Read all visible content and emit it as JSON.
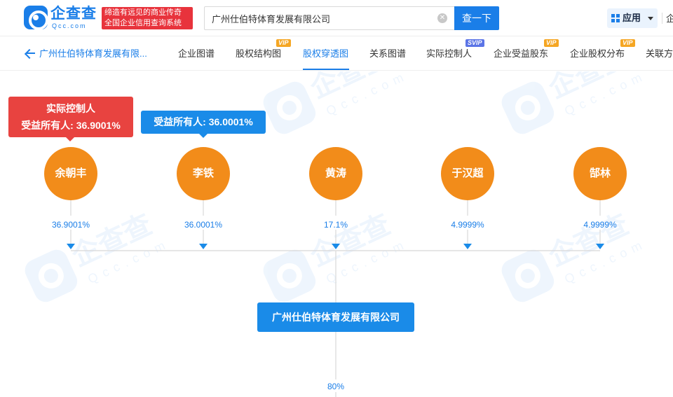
{
  "header": {
    "logo_cn": "企查查",
    "logo_en": "Qcc.com",
    "slogan_line1": "缔造有远见的商业传奇",
    "slogan_line2": "全国企业信用查询系统",
    "search_value": "广州仕伯特体育发展有限公司",
    "search_button": "查一下",
    "apps_label": "应用",
    "more_label": "企"
  },
  "tabs": {
    "back_label": "广州仕伯特体育发展有限...",
    "items": [
      {
        "label": "企业图谱",
        "badge": ""
      },
      {
        "label": "股权结构图",
        "badge": "VIP"
      },
      {
        "label": "股权穿透图",
        "badge": ""
      },
      {
        "label": "关系图谱",
        "badge": ""
      },
      {
        "label": "实际控制人",
        "badge": "SVIP"
      },
      {
        "label": "企业受益股东",
        "badge": "VIP"
      },
      {
        "label": "企业股权分布",
        "badge": "VIP"
      },
      {
        "label": "关联方",
        "badge": ""
      }
    ],
    "active": "股权穿透图"
  },
  "tooltips": {
    "red_title": "实际控制人",
    "red_sub": "受益所有人: 36.9001%",
    "blue_text": "受益所有人: 36.0001%"
  },
  "shareholders": [
    {
      "name": "余朝丰",
      "pct": "36.9001%"
    },
    {
      "name": "李铁",
      "pct": "36.0001%"
    },
    {
      "name": "黄涛",
      "pct": "17.1%"
    },
    {
      "name": "于汉超",
      "pct": "4.9999%"
    },
    {
      "name": "郜林",
      "pct": "4.9999%"
    }
  ],
  "company": {
    "name": "广州仕伯特体育发展有限公司",
    "downstream_pct": "80%"
  },
  "colors": {
    "brand_blue": "#1a7ee8",
    "person_orange": "#f28c1a",
    "actual_controller_red": "#e84340"
  },
  "watermark": {
    "cn": "企查查",
    "en": "Qcc.com"
  }
}
